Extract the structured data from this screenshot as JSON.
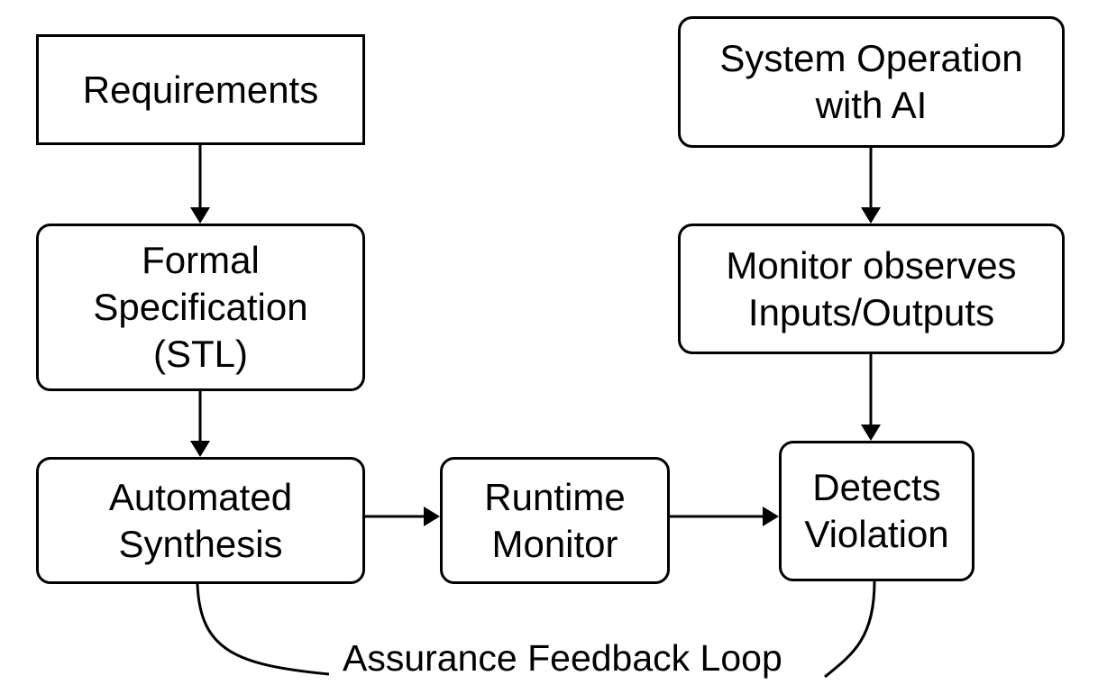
{
  "nodes": {
    "requirements": {
      "lines": [
        "Requirements"
      ]
    },
    "formal_spec": {
      "lines": [
        "Formal",
        "Specification",
        "(STL)"
      ]
    },
    "automated_synthesis": {
      "lines": [
        "Automated",
        "Synthesis"
      ]
    },
    "runtime_monitor": {
      "lines": [
        "Runtime",
        "Monitor"
      ]
    },
    "detects_violation": {
      "lines": [
        "Detects",
        "Violation"
      ]
    },
    "system_operation": {
      "lines": [
        "System Operation",
        "with AI"
      ]
    },
    "monitor_observes": {
      "lines": [
        "Monitor observes",
        "Inputs/Outputs"
      ]
    }
  },
  "edges": [
    {
      "from": "requirements",
      "to": "formal_spec"
    },
    {
      "from": "formal_spec",
      "to": "automated_synthesis"
    },
    {
      "from": "automated_synthesis",
      "to": "runtime_monitor"
    },
    {
      "from": "runtime_monitor",
      "to": "detects_violation"
    },
    {
      "from": "system_operation",
      "to": "monitor_observes"
    },
    {
      "from": "monitor_observes",
      "to": "detects_violation"
    }
  ],
  "feedback_loop": {
    "label": "Assurance Feedback Loop",
    "from": "detects_violation",
    "to": "automated_synthesis"
  }
}
